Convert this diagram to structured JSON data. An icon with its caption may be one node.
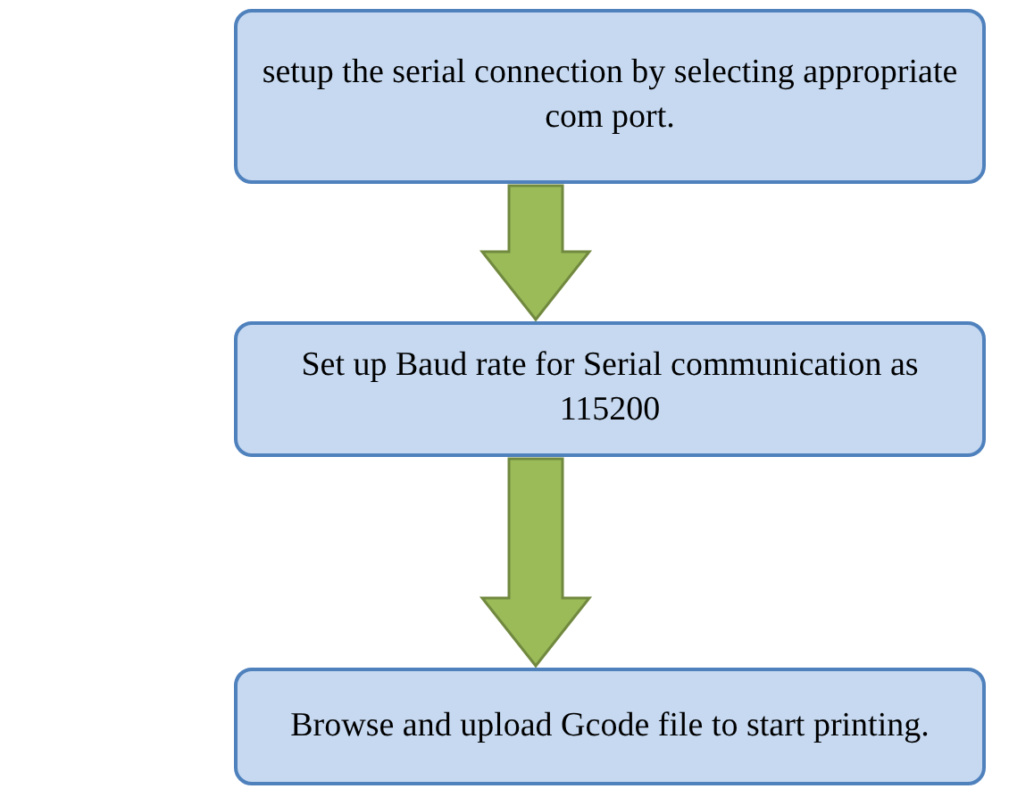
{
  "diagram": {
    "nodes": [
      {
        "text": [
          "setup the serial connection by selecting appropriate com port."
        ]
      },
      {
        "text": [
          "Set up Baud rate for Serial communication as 115200"
        ]
      },
      {
        "text": [
          "Browse and upload Gcode file to start printing."
        ]
      }
    ],
    "edges": [
      {
        "from": 0,
        "to": 1,
        "arrow": "to"
      },
      {
        "from": 1,
        "to": 2,
        "arrow": "to"
      }
    ]
  }
}
